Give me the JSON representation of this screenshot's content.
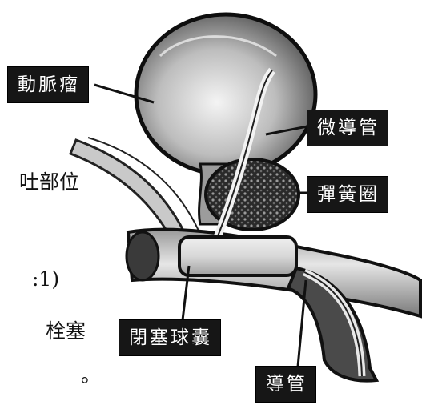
{
  "labels": {
    "aneurysm": "動脈瘤",
    "microcatheter": "微導管",
    "coil": "彈簧圈",
    "balloon": "閉塞球囊",
    "catheter": "導管"
  },
  "text_fragments": [
    "吐部位",
    ":1)",
    "栓塞",
    "。"
  ]
}
